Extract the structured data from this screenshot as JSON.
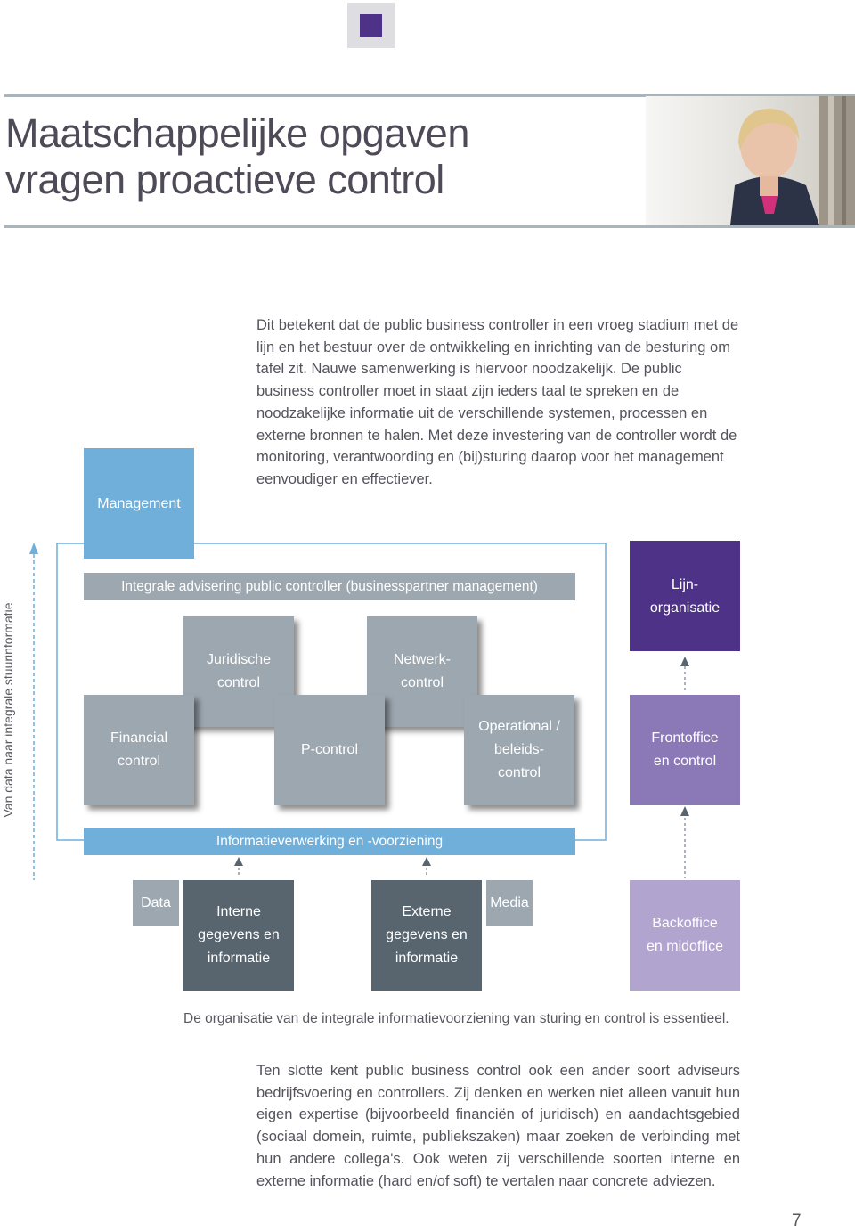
{
  "header": {
    "title_line1": "Maatschappelijke opgaven",
    "title_line2": "vragen proactieve control",
    "photo_icon": "portrait-photo"
  },
  "intro_text": "Dit betekent dat de public business controller in een vroeg stadium met de lijn en het bestuur over de ontwikkeling en inrichting van de besturing om tafel zit. Nauwe samenwerking is hiervoor noodzakelijk. De public business controller moet in staat zijn ieders taal te spreken en de noodzakelijke informatie uit de verschillende systemen, processen en externe bronnen te halen. Met deze investering van de controller wordt de monitoring, verantwoording en (bij)sturing daarop voor het management eenvoudiger en effectiever.",
  "diagram": {
    "management": "Management",
    "integrale": "Integrale advisering public controller (businesspartner management)",
    "juridische": [
      "Juridische",
      "control"
    ],
    "netwerk": [
      "Netwerk-",
      "control"
    ],
    "financial": [
      "Financial",
      "control"
    ],
    "pcontrol": "P-control",
    "operational": [
      "Operational /",
      "beleids-",
      "control"
    ],
    "lijn": [
      "Lijn-",
      "organisatie"
    ],
    "frontoffice": [
      "Frontoffice",
      "en control"
    ],
    "informatieverwerking": "Informatieverwerking en -voorziening",
    "vertical_label": "Van data naar integrale stuurinformatie",
    "data": "Data",
    "interne": [
      "Interne",
      "gegevens en",
      "informatie"
    ],
    "externe": [
      "Externe",
      "gegevens en",
      "informatie"
    ],
    "media": "Media",
    "backoffice": [
      "Backoffice",
      "en midoffice"
    ],
    "colors": {
      "light_blue": "#6fafd9",
      "gray": "#9da7b0",
      "dark_slate": "#58656f",
      "purple_dark": "#4d3288",
      "purple_mid": "#8b78b7",
      "purple_light": "#b1a5cf"
    }
  },
  "caption": "De organisatie van de integrale informatievoorziening van sturing en control is essentieel.",
  "closing_text": "Ten slotte kent public business control ook een ander soort adviseurs bedrijfsvoering en controllers. Zij denken en werken niet alleen vanuit hun eigen expertise (bijvoorbeeld financiën of juridisch) en aandachtsgebied (sociaal domein, ruimte, publiekszaken) maar zoeken de verbinding met hun andere collega's. Ook weten zij verschillende soorten interne en externe informatie (hard en/of soft) te vertalen naar concrete adviezen.",
  "page_number": "7"
}
